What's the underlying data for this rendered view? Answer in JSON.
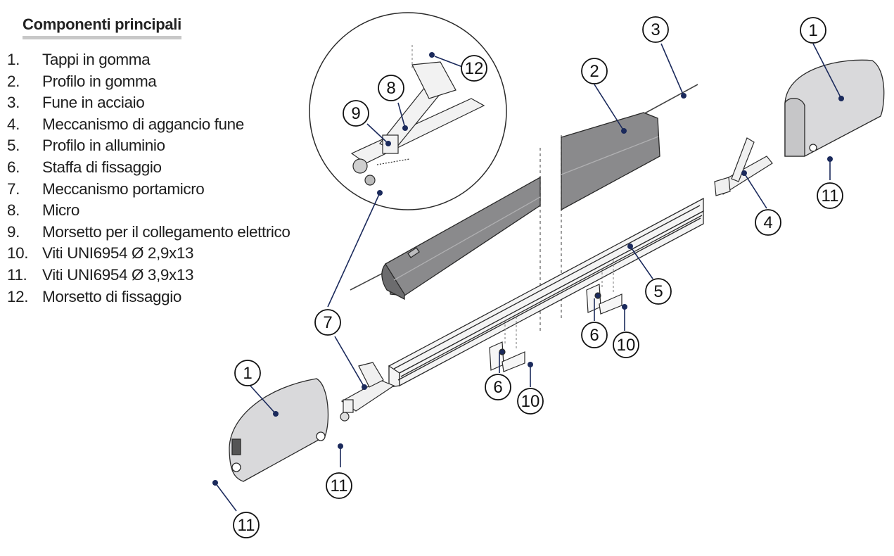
{
  "legend": {
    "title": "Componenti principali",
    "items": [
      {
        "number": "1.",
        "label": "Tappi in gomma"
      },
      {
        "number": "2.",
        "label": "Profilo in gomma"
      },
      {
        "number": "3.",
        "label": "Fune in acciaio"
      },
      {
        "number": "4.",
        "label": "Meccanismo di aggancio fune"
      },
      {
        "number": "5.",
        "label": "Profilo in alluminio"
      },
      {
        "number": "6.",
        "label": "Staffa di fissaggio"
      },
      {
        "number": "7.",
        "label": "Meccanismo portamicro"
      },
      {
        "number": "8.",
        "label": "Micro"
      },
      {
        "number": "9.",
        "label": "Morsetto per il collegamento elettrico"
      },
      {
        "number": "10.",
        "label": "Viti UNI6954 Ø 2,9x13"
      },
      {
        "number": "11.",
        "label": "Viti UNI6954 Ø 3,9x13"
      },
      {
        "number": "12.",
        "label": "Morsetto di fissaggio"
      }
    ]
  },
  "callouts": {
    "c1_top": "1",
    "c1_left": "1",
    "c2": "2",
    "c3": "3",
    "c4": "4",
    "c5": "5",
    "c6_a": "6",
    "c6_b": "6",
    "c7": "7",
    "c8": "8",
    "c9": "9",
    "c10_a": "10",
    "c10_b": "10",
    "c11_a": "11",
    "c11_b": "11",
    "c11_c": "11",
    "c12": "12"
  },
  "colors": {
    "leader": "#1b2a5c",
    "rubber_profile": "#8a8a8c",
    "end_cap": "#d9d9db",
    "outline": "#2a2a2a",
    "aluminium": "#f4f4f4"
  }
}
